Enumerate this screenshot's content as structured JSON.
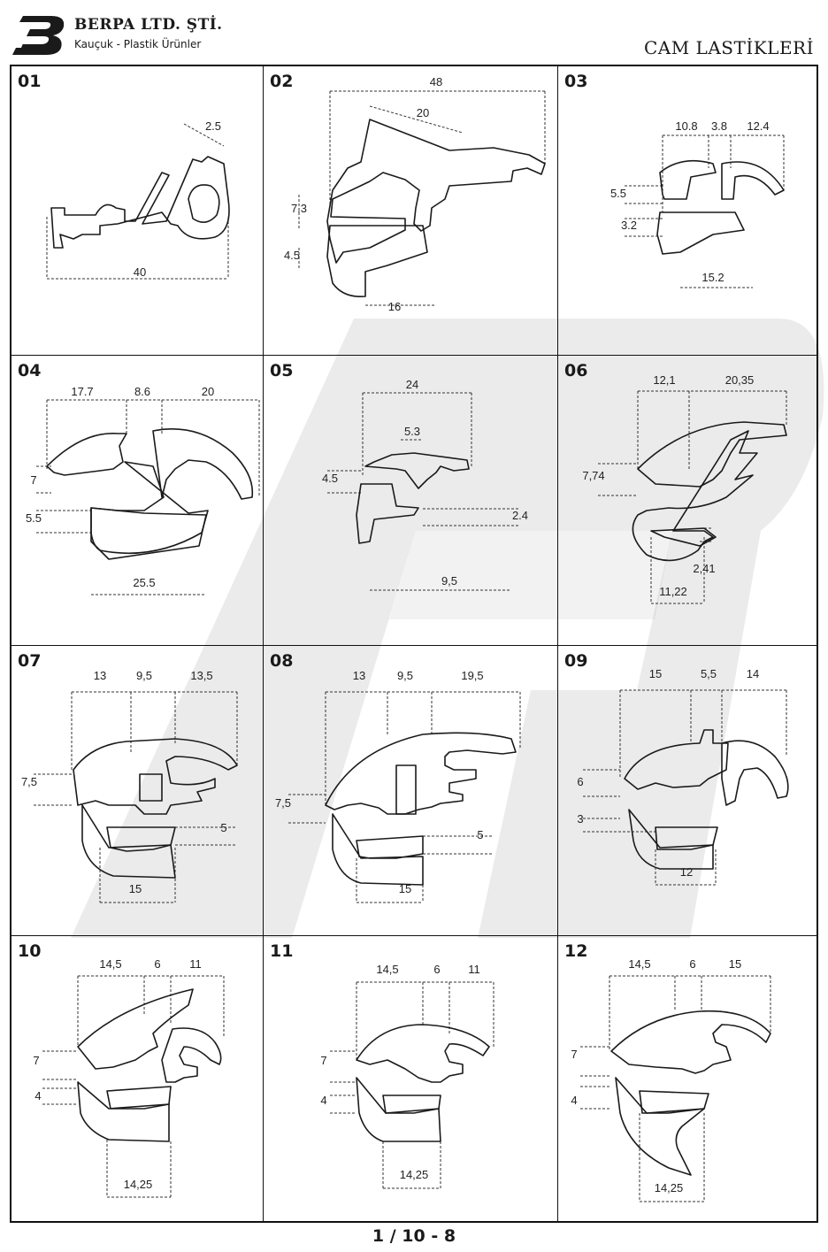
{
  "header": {
    "company_name": "BERPA LTD. ŞTİ.",
    "company_subtitle": "Kauçuk - Plastik Ürünler",
    "document_title": "CAM LASTİKLERİ"
  },
  "profiles": [
    {
      "number": "01",
      "dimensions": [
        "2.5",
        "40"
      ]
    },
    {
      "number": "02",
      "dimensions": [
        "48",
        "20",
        "7.3",
        "4.5",
        "16"
      ]
    },
    {
      "number": "03",
      "dimensions": [
        "10.8",
        "3.8",
        "12.4",
        "5.5",
        "3.2",
        "15.2"
      ]
    },
    {
      "number": "04",
      "dimensions": [
        "17.7",
        "8.6",
        "20",
        "7",
        "5.5",
        "25.5"
      ]
    },
    {
      "number": "05",
      "dimensions": [
        "24",
        "5.3",
        "4.5",
        "2.4",
        "9,5"
      ]
    },
    {
      "number": "06",
      "dimensions": [
        "12,1",
        "20,35",
        "7,74",
        "2,41",
        "11,22"
      ]
    },
    {
      "number": "07",
      "dimensions": [
        "13",
        "9,5",
        "13,5",
        "7,5",
        "5",
        "15"
      ]
    },
    {
      "number": "08",
      "dimensions": [
        "13",
        "9,5",
        "19,5",
        "7,5",
        "5",
        "15"
      ]
    },
    {
      "number": "09",
      "dimensions": [
        "15",
        "5,5",
        "14",
        "6",
        "3",
        "12"
      ]
    },
    {
      "number": "10",
      "dimensions": [
        "14,5",
        "6",
        "11",
        "7",
        "4",
        "14,25"
      ]
    },
    {
      "number": "11",
      "dimensions": [
        "14,5",
        "6",
        "11",
        "7",
        "4",
        "14,25"
      ]
    },
    {
      "number": "12",
      "dimensions": [
        "14,5",
        "6",
        "15",
        "7",
        "4",
        "14,25"
      ]
    }
  ],
  "footer": {
    "page_number": "1 / 10 - 8"
  }
}
